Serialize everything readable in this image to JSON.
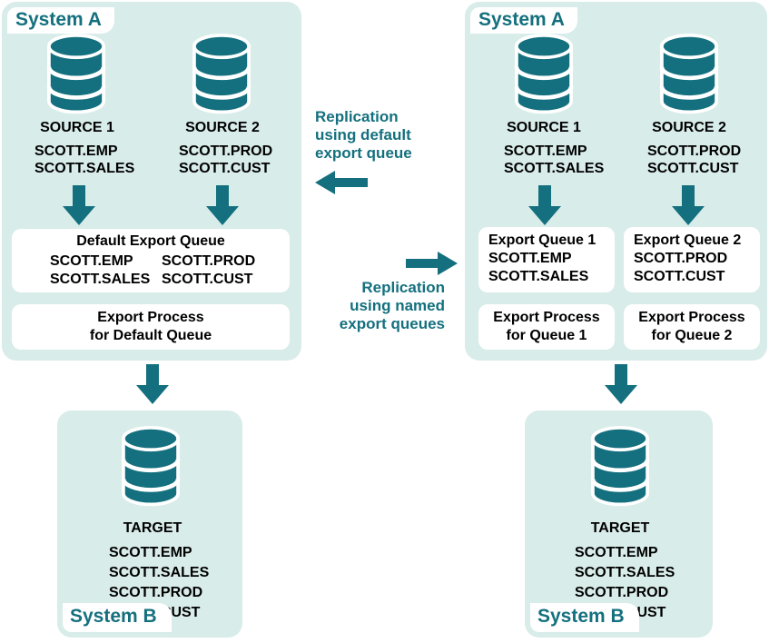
{
  "colors": {
    "teal": "#14707e",
    "panel_bg": "#d8ecea",
    "box_bg": "#ffffff",
    "text": "#000000"
  },
  "left": {
    "system_a": {
      "title": "System A",
      "source1": {
        "label": "SOURCE 1",
        "t1": "SCOTT.EMP",
        "t2": "SCOTT.SALES"
      },
      "source2": {
        "label": "SOURCE 2",
        "t1": "SCOTT.PROD",
        "t2": "SCOTT.CUST"
      },
      "queue": {
        "title": "Default Export Queue",
        "c1r1": "SCOTT.EMP",
        "c1r2": "SCOTT.SALES",
        "c2r1": "SCOTT.PROD",
        "c2r2": "SCOTT.CUST"
      },
      "process": {
        "l1": "Export Process",
        "l2": "for Default Queue"
      }
    },
    "system_b": {
      "title": "System B",
      "label": "TARGET",
      "t1": "SCOTT.EMP",
      "t2": "SCOTT.SALES",
      "t3": "SCOTT.PROD",
      "t4": "SCOTT.CUST"
    }
  },
  "middle": {
    "default": {
      "l1": "Replication",
      "l2": "using default",
      "l3": "export queue"
    },
    "named": {
      "l1": "Replication",
      "l2": "using named",
      "l3": "export queues"
    }
  },
  "right": {
    "system_a": {
      "title": "System A",
      "source1": {
        "label": "SOURCE 1",
        "t1": "SCOTT.EMP",
        "t2": "SCOTT.SALES"
      },
      "source2": {
        "label": "SOURCE 2",
        "t1": "SCOTT.PROD",
        "t2": "SCOTT.CUST"
      },
      "queue1": {
        "title": "Export Queue 1",
        "t1": "SCOTT.EMP",
        "t2": "SCOTT.SALES"
      },
      "queue2": {
        "title": "Export Queue 2",
        "t1": "SCOTT.PROD",
        "t2": "SCOTT.CUST"
      },
      "process1": {
        "l1": "Export Process",
        "l2": "for Queue 1"
      },
      "process2": {
        "l1": "Export Process",
        "l2": "for Queue 2"
      }
    },
    "system_b": {
      "title": "System B",
      "label": "TARGET",
      "t1": "SCOTT.EMP",
      "t2": "SCOTT.SALES",
      "t3": "SCOTT.PROD",
      "t4": "SCOTT.CUST"
    }
  }
}
